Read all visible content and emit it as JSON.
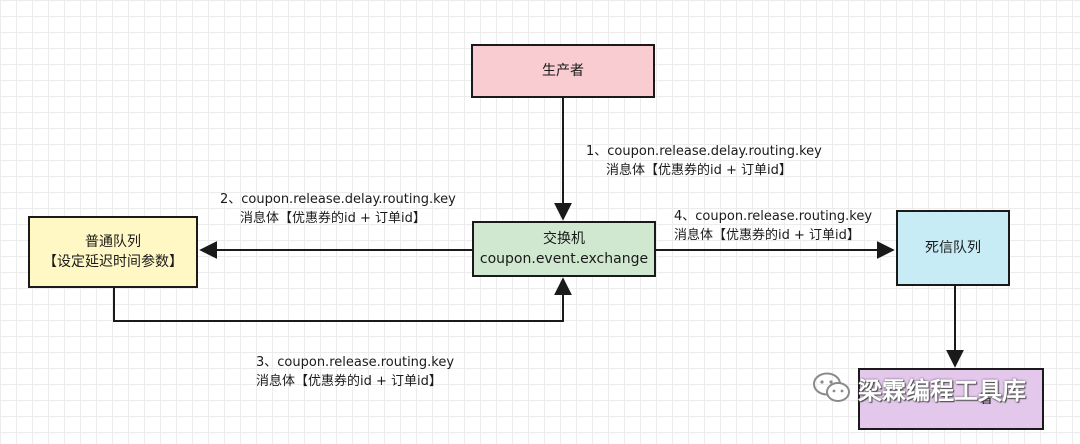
{
  "nodes": {
    "producer": "生产者",
    "exchange_line1": "交换机",
    "exchange_line2": "coupon.event.exchange",
    "normal_queue_line1": "普通队列",
    "normal_queue_line2": "【设定延迟时间参数】",
    "dead_queue": "死信队列",
    "consumer_suffix": "者"
  },
  "edges": {
    "step1_key": "1、coupon.release.delay.routing.key",
    "step1_body": "消息体【优惠券的id + 订单id】",
    "step2_key": "2、coupon.release.delay.routing.key",
    "step2_body": "消息体【优惠券的id + 订单id】",
    "step3_key": "3、coupon.release.routing.key",
    "step3_body": "消息体【优惠券的id + 订单id】",
    "step4_key": "4、coupon.release.routing.key",
    "step4_body": "消息体【优惠券的id + 订单id】"
  },
  "watermark": {
    "text": "梁霖编程工具库",
    "icon": "wechat-icon"
  },
  "colors": {
    "producer": "#f8ccd0",
    "exchange": "#cfe8cf",
    "normal_queue": "#fff7c4",
    "dead_queue": "#c8ecf5",
    "consumer": "#e3c8ec",
    "stroke": "#1a1a1a"
  }
}
